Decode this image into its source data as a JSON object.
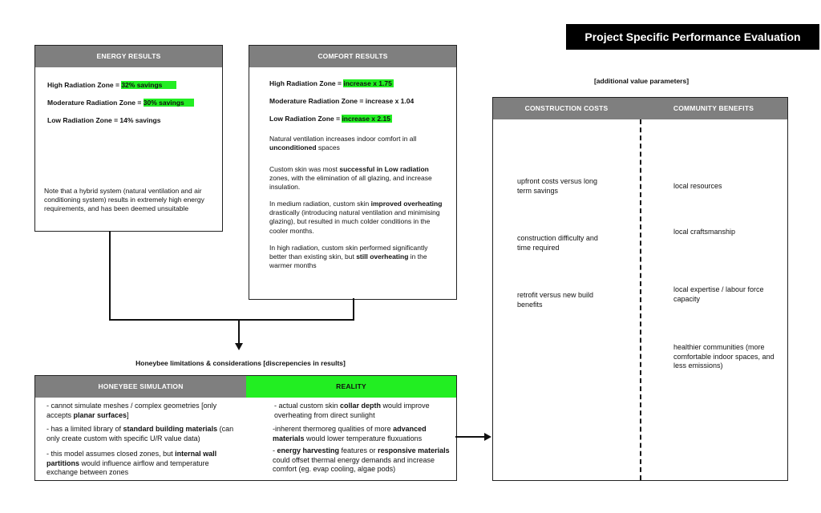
{
  "title": "Project Specific Performance Evaluation",
  "energy": {
    "header": "ENERGY RESULTS",
    "high_label": "High Radiation Zone = ",
    "high_value": "32% savings",
    "mod_label": "Moderature Radiation Zone = ",
    "mod_value": "30% savings",
    "low_label": "Low Radiation Zone = 14% savings",
    "note": "Note that a hybrid system (natural ventilation and air conditioning system) results in extremely high energy requirements, and has been deemed unsuitable"
  },
  "comfort": {
    "header": "COMFORT RESULTS",
    "high_label": "High Radiation Zone = ",
    "high_value": "increase x 1.75",
    "mod_label": "Moderature Radiation Zone = increase x 1.04",
    "low_label": "Low Radiation Zone = ",
    "low_value": "increase x 2.15",
    "p1a": "Natural ventilation increases indoor comfort in all ",
    "p1b": "unconditioned",
    "p1c": " spaces",
    "p2a": "Custom skin was most ",
    "p2b": "successful in Low radiation",
    "p2c": " zones, with the elimination of all glazing, and increase insulation.",
    "p3a": "In medium radiation, custom skin ",
    "p3b": "improved overheating",
    "p3c": " drastically (introducing natural ventilation and minimising glazing), but resulted in much colder conditions in the cooler months.",
    "p4a": "In high radiation, custom skin performed significantly better than existing skin, but ",
    "p4b": "still overheating",
    "p4c": " in the warmer months"
  },
  "limitations_title": "Honeybee limitations & considerations [discrepencies in results]",
  "honeybee": {
    "header": "HONEYBEE SIMULATION",
    "i1a": "- cannot simulate meshes / complex geometries [only accepts ",
    "i1b": "planar surfaces",
    "i1c": "]",
    "i2a": "- has a limited library of ",
    "i2b": "standard building materials",
    "i2c": " (can only create custom with specific U/R value data)",
    "i3a": "- this model assumes closed zones, but ",
    "i3b": "internal wall partitions",
    "i3c": " would influence airflow and temperature exchange between zones"
  },
  "reality": {
    "header": "REALITY",
    "i1a": "- actual custom skin ",
    "i1b": "collar depth",
    "i1c": " would improve overheating from direct sunlight",
    "i2a": "-inherent thermoreg qualities of more ",
    "i2b": "advanced materials",
    "i2c": " would lower temperature fluxuations",
    "i3a": "- ",
    "i3b": "energy harvesting",
    "i3c": " features or ",
    "i3d": "responsive materials",
    "i3e": " could offset thermal energy demands and increase comfort (eg. evap cooling, algae pods)"
  },
  "additional": {
    "caption": "[additional value parameters]",
    "costs_header": "CONSTRUCTION COSTS",
    "benefits_header": "COMMUNITY BENEFITS",
    "costs": [
      "upfront costs versus long term savings",
      "construction difficulty and time required",
      "retrofit versus new build benefits"
    ],
    "benefits": [
      "local resources",
      "local craftsmanship",
      "local expertise / labour force capacity",
      "healthier communities (more comfortable indoor spaces, and less emissions)"
    ]
  },
  "colors": {
    "header_gray": "#7f7f7f",
    "highlight_green": "#22ee22",
    "title_bg": "#000000"
  }
}
